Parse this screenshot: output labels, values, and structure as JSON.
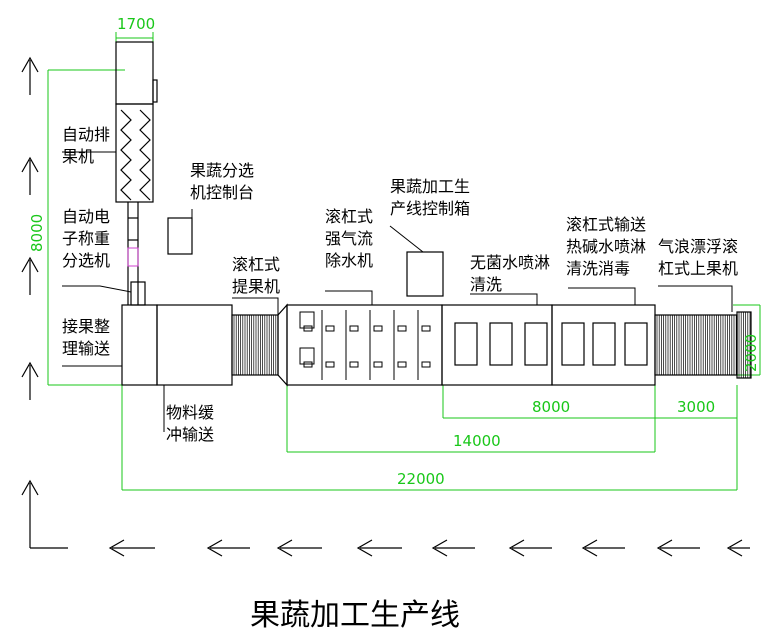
{
  "title": "果蔬加工生产线",
  "labels": {
    "auto_sorter": "自动排\n果机",
    "sort_console": "果蔬分选\n机控制台",
    "weigh_sorter": "自动电\n子称重\n分选机",
    "receive_conveyor": "接果整\n理输送",
    "buffer_conveyor": "物料缓\n冲输送",
    "roller_lift": "滚杠式\n提果机",
    "air_dewater": "滚杠式\n强气流\n除水机",
    "control_box": "果蔬加工生\n产线控制箱",
    "sterile_spray": "无菌水喷淋\n清洗",
    "alkali_wash": "滚杠式输送\n热碱水喷淋\n清洗消毒",
    "bubble_loader": "气浪漂浮滚\n杠式上果机"
  },
  "dimensions": {
    "sorter_width": "1700",
    "total_height": "8000",
    "loader_width": "2000",
    "wash_length": "8000",
    "loader_length": "3000",
    "mid_length": "14000",
    "total_length": "22000"
  },
  "colors": {
    "line": "#000000",
    "dimension": "#19c719",
    "highlight": "#d040d0"
  }
}
